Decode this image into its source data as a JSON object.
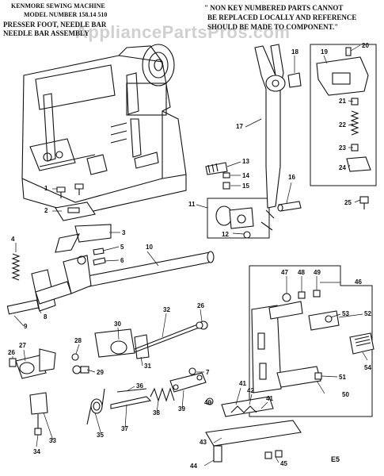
{
  "header": {
    "brand_line": "KENMORE SEWING MACHINE",
    "model_line": "MODEL NUMBER 158.14 510",
    "section_line_1": "PRESSER FOOT, NEEDLE BAR",
    "section_line_2": "NEEDLE BAR ASSEMBLY",
    "notice_line_1": "\" NON KEY NUMBERED PARTS CANNOT",
    "notice_line_2": "BE REPLACED LOCALLY AND REFERENCE",
    "notice_line_3": "SHOULD BE MADE TO COMPONENT.\""
  },
  "watermark": "AppliancePartsPros.com",
  "page_code": "E5",
  "callouts": [
    "1",
    "2",
    "3",
    "4",
    "5",
    "6",
    "7",
    "8",
    "9",
    "10",
    "11",
    "12",
    "13",
    "14",
    "15",
    "16",
    "17",
    "18",
    "19",
    "20",
    "21",
    "22",
    "23",
    "24",
    "25",
    "26",
    "26",
    "27",
    "28",
    "29",
    "30",
    "31",
    "32",
    "33",
    "34",
    "35",
    "36",
    "37",
    "38",
    "39",
    "40",
    "41",
    "41",
    "42",
    "43",
    "44",
    "45",
    "46",
    "47",
    "48",
    "49",
    "50",
    "51",
    "52",
    "53",
    "54"
  ]
}
